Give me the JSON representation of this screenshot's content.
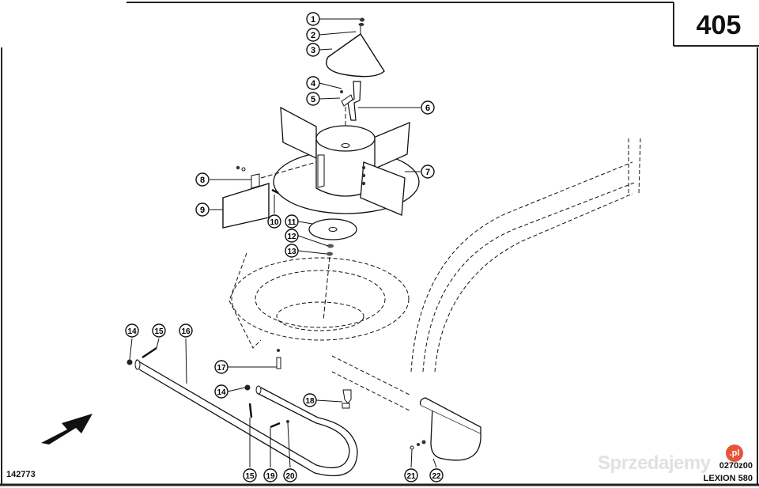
{
  "page": {
    "page_number": "405",
    "drawing_number": "142773",
    "diagram_code": "0270z00",
    "model": "LEXION 580",
    "watermark": {
      "text": "Sprzedajemy",
      "badge": ".pl",
      "badge_color": "#e8543a"
    }
  },
  "diagram": {
    "title": "Exploded parts view – spreader disc assembly",
    "callouts": [
      "1",
      "2",
      "3",
      "4",
      "5",
      "6",
      "7",
      "8",
      "9",
      "10",
      "11",
      "12",
      "13",
      "14",
      "15",
      "16",
      "17",
      "14",
      "18",
      "15",
      "19",
      "20",
      "21",
      "22"
    ],
    "direction_arrow": "arrow-icon",
    "line_color": "#111111"
  }
}
